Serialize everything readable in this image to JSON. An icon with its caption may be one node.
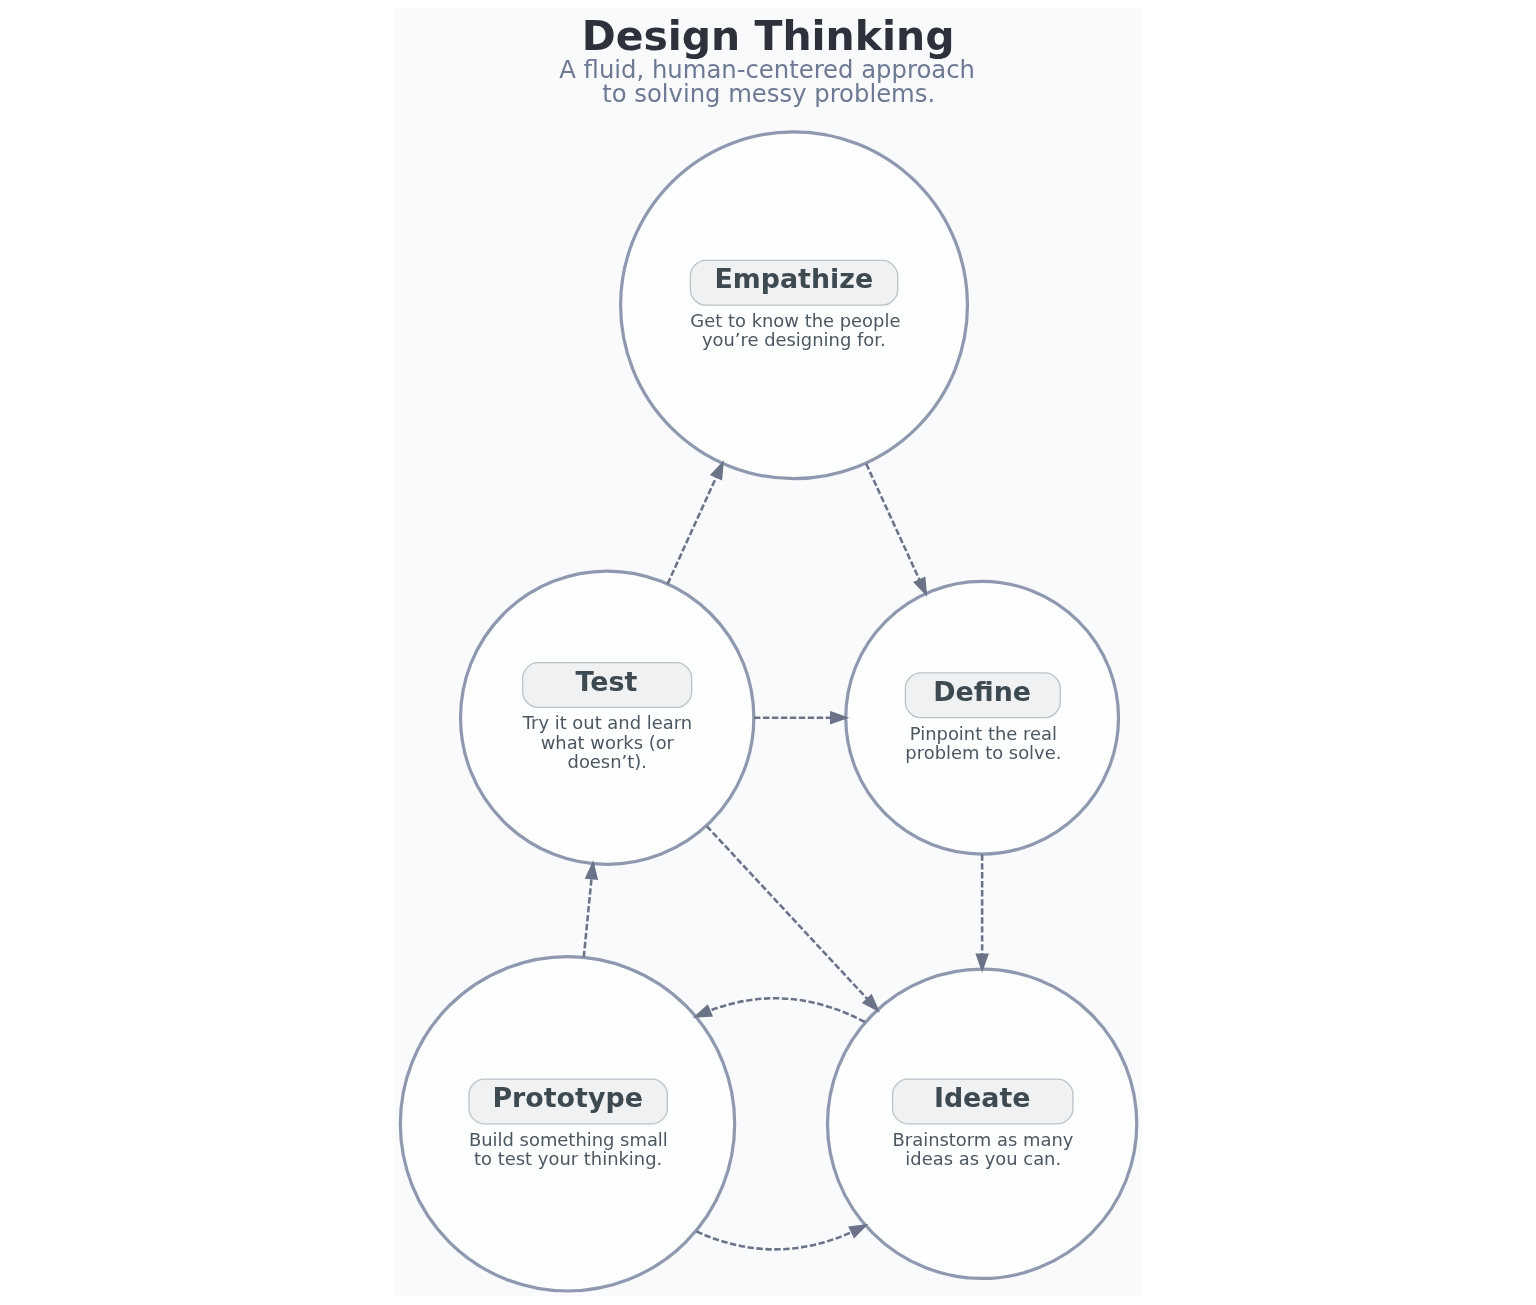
{
  "diagram": {
    "title": "Design Thinking",
    "caption": "A fluid, human-centered approach to solving messy problems.",
    "nodes": [
      {
        "text": [
          "Empathize",
          "Get to know the people you’re designing for."
        ]
      },
      {
        "text": [
          "Test",
          "Try it out and learn what works (or doesn’t)."
        ]
      },
      {
        "text": [
          "Define",
          "Pinpoint the real problem to solve."
        ]
      },
      {
        "text": [
          "Prototype",
          "Build something small to test your thinking."
        ]
      },
      {
        "text": [
          "Ideate",
          "Brainstorm as many ideas as you can."
        ]
      }
    ],
    "edges": [
      {
        "from": 1,
        "to": 0,
        "arrow": "to",
        "style": "dashed"
      },
      {
        "from": 0,
        "to": 2,
        "arrow": "to",
        "style": "dashed"
      },
      {
        "from": 1,
        "to": 2,
        "arrow": "to",
        "style": "dashed"
      },
      {
        "from": 1,
        "to": 4,
        "arrow": "to",
        "style": "dashed"
      },
      {
        "from": 2,
        "to": 4,
        "arrow": "to",
        "style": "dashed"
      },
      {
        "from": 3,
        "to": 4,
        "arrow": "to",
        "style": "dashed"
      },
      {
        "from": 4,
        "to": 3,
        "arrow": "to",
        "style": "dashed"
      },
      {
        "from": 3,
        "to": 1,
        "arrow": "to",
        "style": "dashed"
      }
    ]
  }
}
